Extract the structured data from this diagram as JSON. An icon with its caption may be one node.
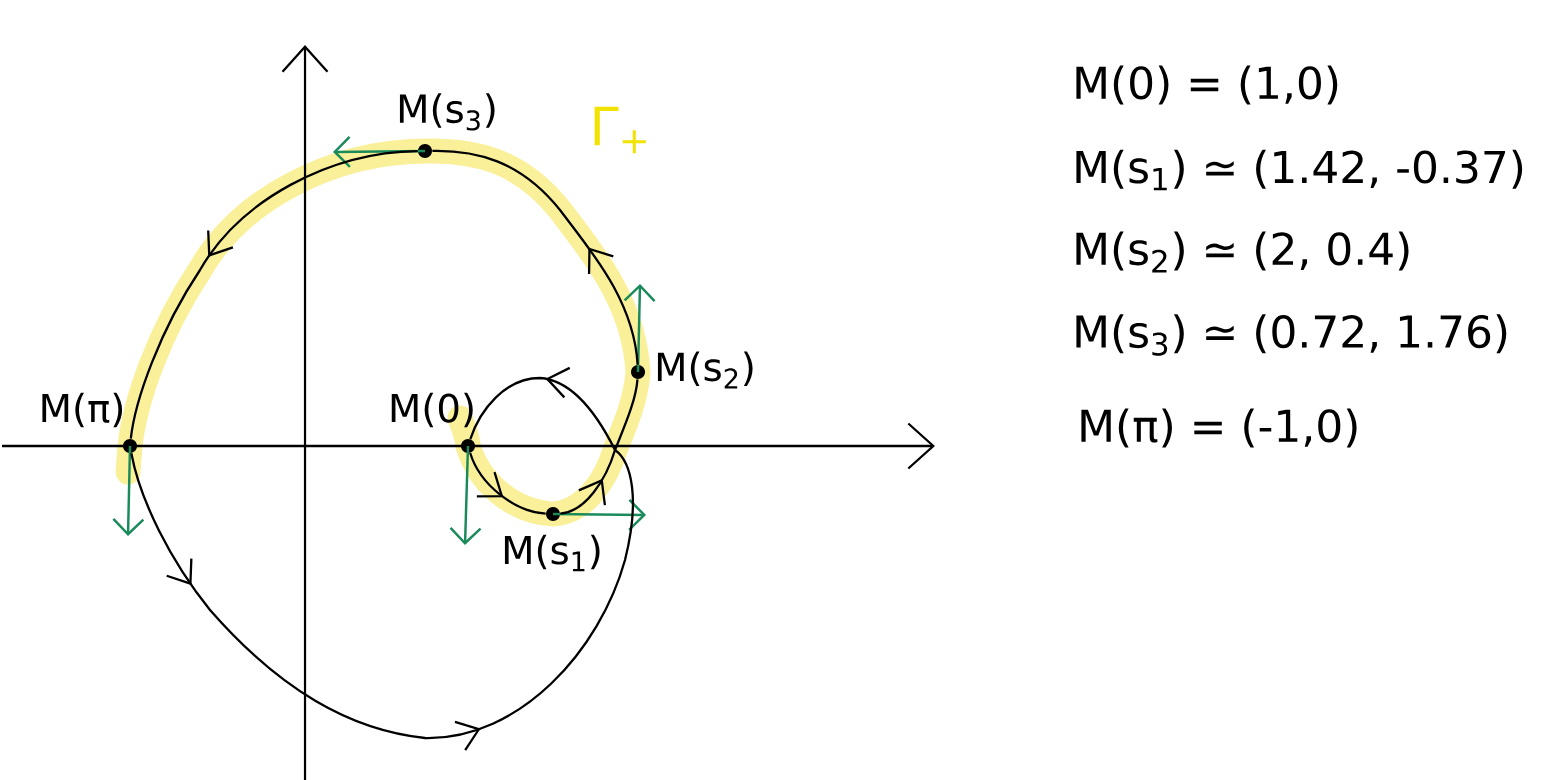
{
  "diagram": {
    "nodes": [
      {
        "text": [],
        "shape": "circle",
        "beside": [
          "M(0)"
        ]
      },
      {
        "text": [],
        "shape": "circle",
        "beside": [
          "M(s$_{1}$)"
        ]
      },
      {
        "text": [],
        "shape": "circle",
        "beside": [
          "M(s$_{2}$)"
        ]
      },
      {
        "text": [],
        "shape": "circle",
        "beside": [
          "M(s$_{3}$)"
        ]
      },
      {
        "text": [],
        "shape": "circle",
        "beside": [
          "M(π)"
        ]
      }
    ],
    "edges": [
      {
        "from": 0,
        "to": 1,
        "arrow": "to"
      },
      {
        "from": 1,
        "to": 2,
        "arrow": "to"
      },
      {
        "from": 2,
        "to": 3,
        "arrow": "to"
      },
      {
        "from": 3,
        "to": 4,
        "arrow": "to"
      },
      {
        "from": 4,
        "to": 0,
        "arrow": "to"
      }
    ],
    "labels": [
      "Γ$_{+}$",
      "M(0) = (1,0)",
      "M(s$_{1}$) ≃ (1.42, -0.37)",
      "M(s$_{2}$) ≃ (2, 0.4)",
      "M(s$_{3}$) ≃ (0.72, 1.76)",
      "M(π) = (-1,0)"
    ]
  }
}
